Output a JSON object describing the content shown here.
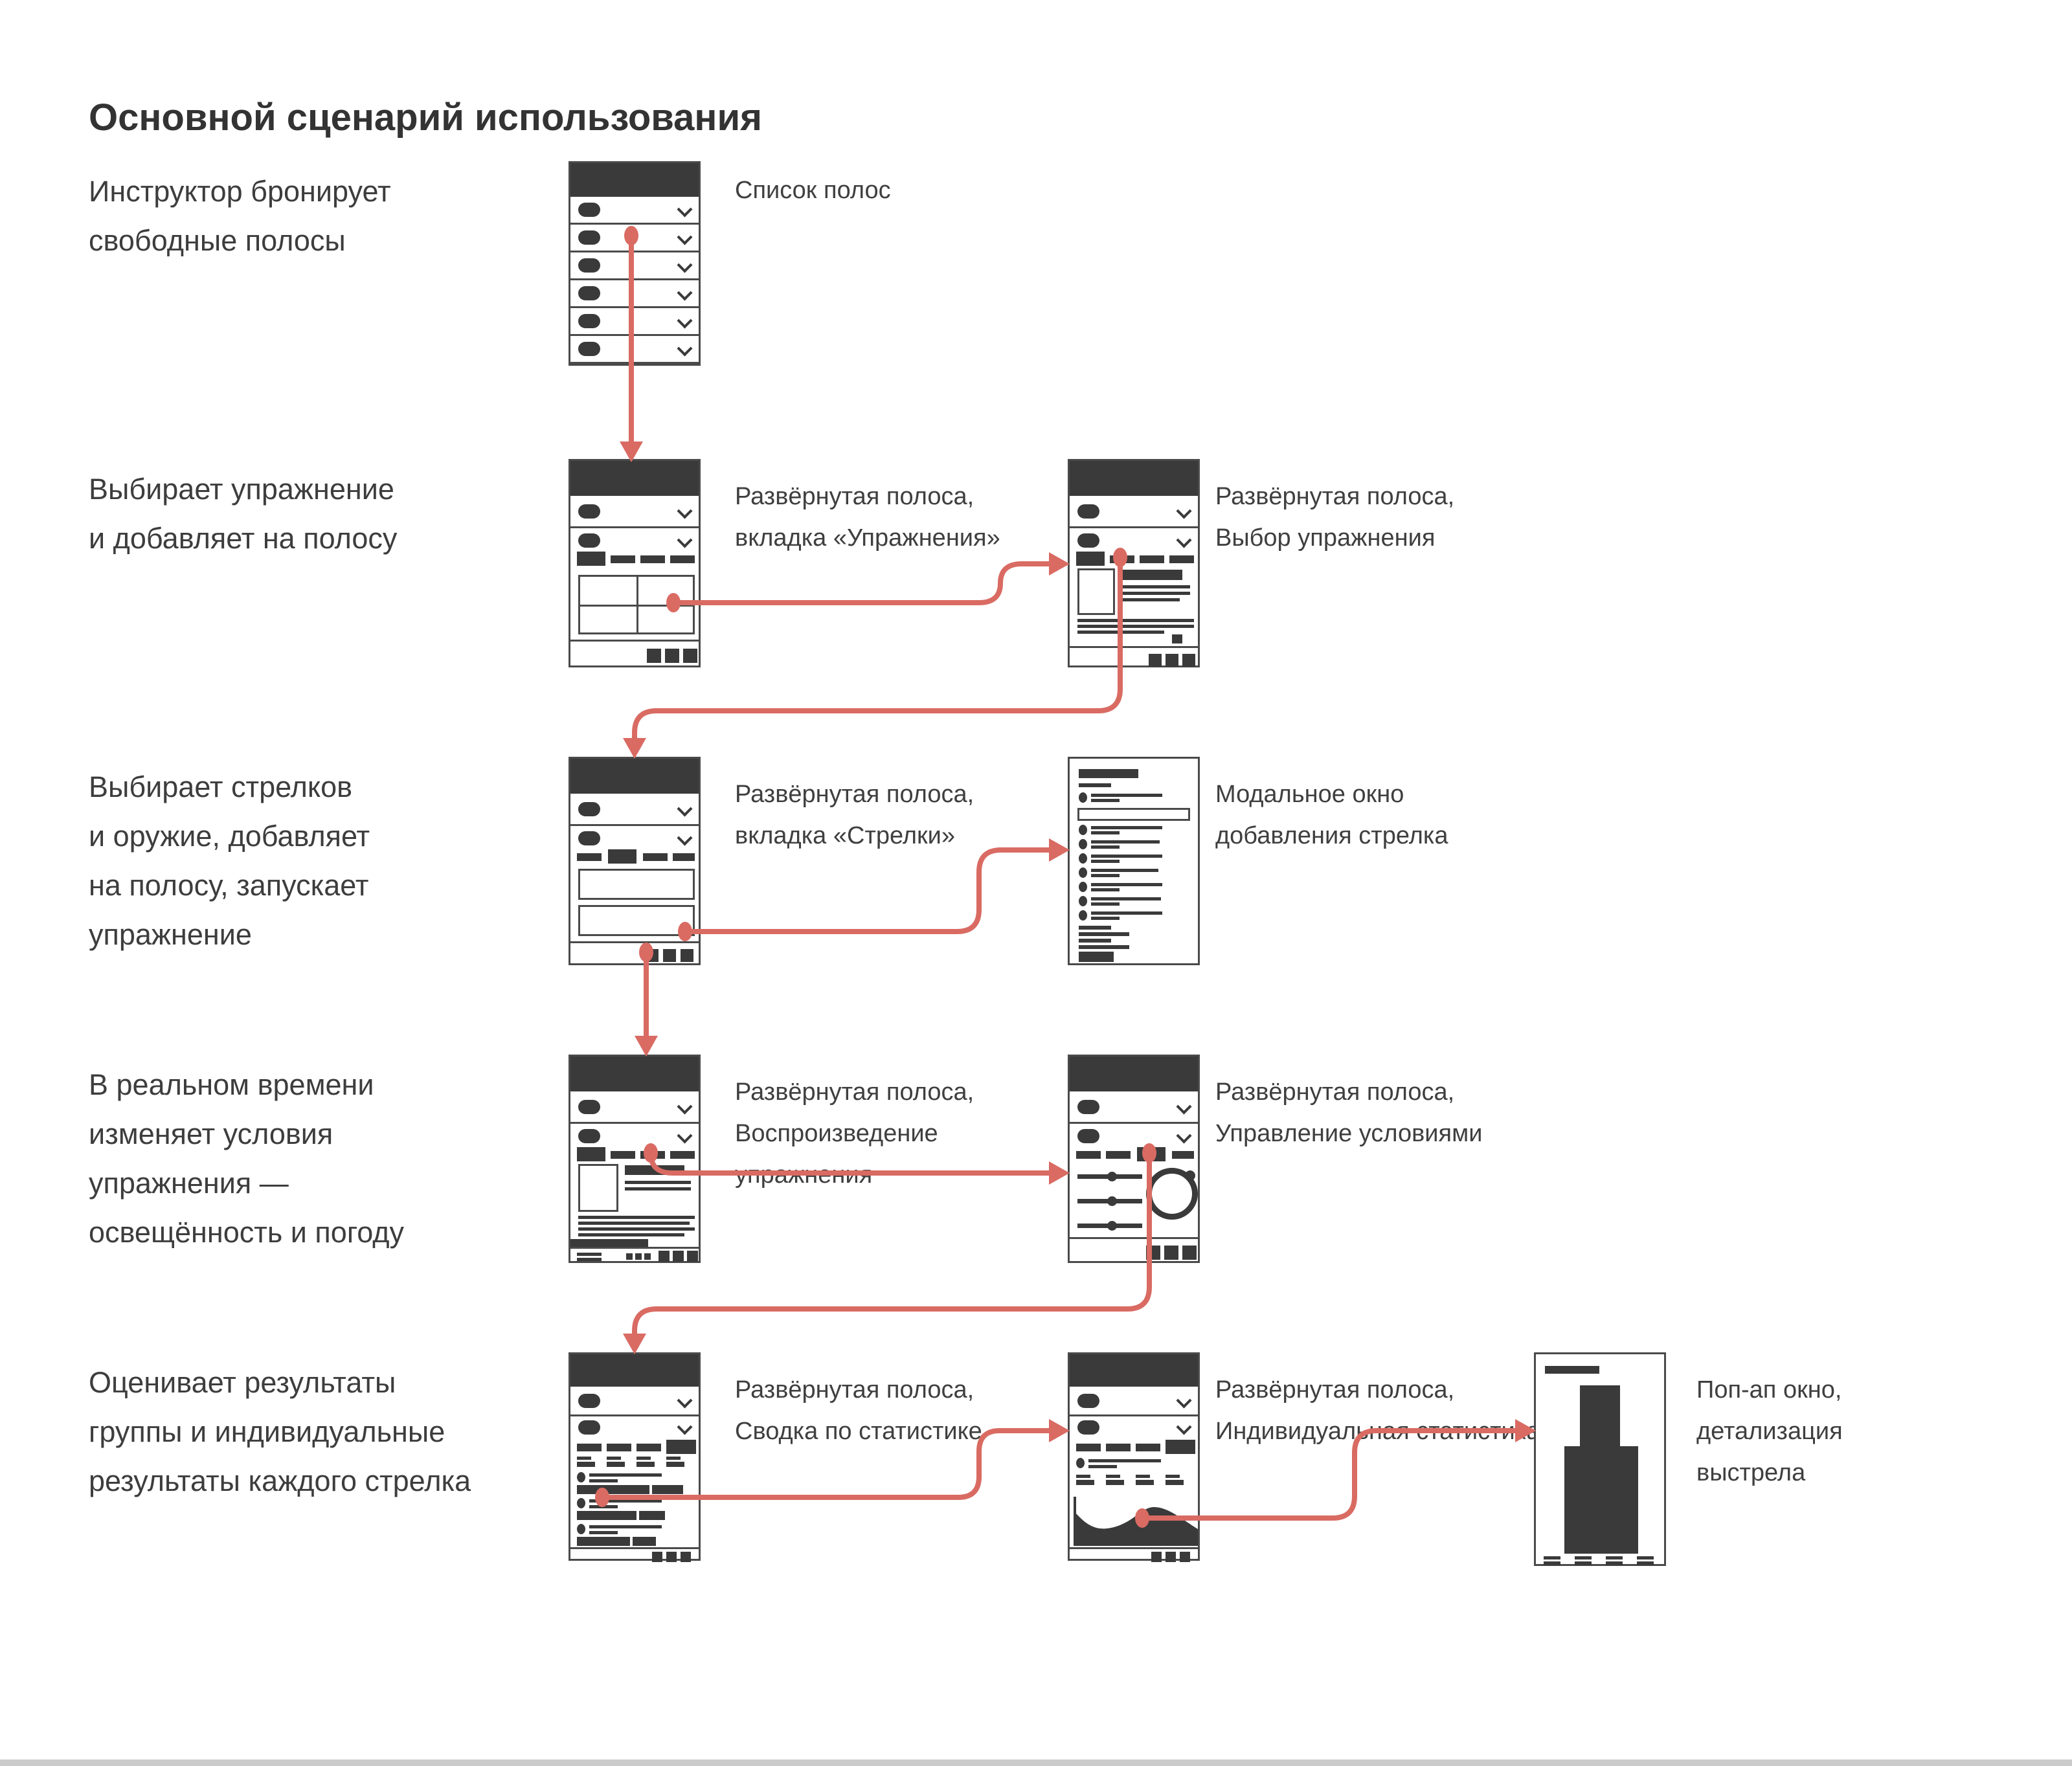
{
  "page": {
    "title": "Основной сценарий использования"
  },
  "steps": [
    {
      "lines": [
        "Инструктор бронирует",
        "свободные полосы",
        "",
        ""
      ]
    },
    {
      "lines": [
        "Выбирает упражнение",
        "и добавляет на полосу",
        "",
        ""
      ]
    },
    {
      "lines": [
        "Выбирает стрелков",
        "и оружие, добавляет",
        "на полосу, запускает",
        "упражнение"
      ]
    },
    {
      "lines": [
        "В реальном времени",
        "изменяет условия",
        "упражнения —",
        "освещённость и погоду"
      ]
    },
    {
      "lines": [
        "Оценивает результаты",
        "группы и индивидуальные",
        "результаты каждого стрелка",
        ""
      ]
    }
  ],
  "screens": [
    {
      "id": "lane-list",
      "label_lines": [
        "Список полос",
        "",
        ""
      ]
    },
    {
      "id": "lane-exercises-tab",
      "label_lines": [
        "Развёрнутая полоса,",
        "вкладка «Упражнения»",
        ""
      ]
    },
    {
      "id": "exercise-select",
      "label_lines": [
        "Развёрнутая полоса,",
        "Выбор упражнения",
        ""
      ]
    },
    {
      "id": "shooters-tab",
      "label_lines": [
        "Развёрнутая полоса,",
        "вкладка «Стрелки»",
        ""
      ]
    },
    {
      "id": "add-shooter-modal",
      "label_lines": [
        "Модальное окно",
        "добавления стрелка",
        ""
      ]
    },
    {
      "id": "exercise-playback",
      "label_lines": [
        "Развёрнутая полоса,",
        "Воспроизведение",
        "упражнения"
      ]
    },
    {
      "id": "conditions-control",
      "label_lines": [
        "Развёрнутая полоса,",
        "Управление условиями",
        ""
      ]
    },
    {
      "id": "stats-summary",
      "label_lines": [
        "Развёрнутая полоса,",
        "Сводка по статистике",
        ""
      ]
    },
    {
      "id": "individual-stats",
      "label_lines": [
        "Развёрнутая полоса,",
        "Индивидуальная статистика",
        ""
      ]
    },
    {
      "id": "shot-details-popup",
      "label_lines": [
        "Поп-ап окно,",
        "детализация",
        "выстрела"
      ]
    }
  ],
  "colors": {
    "accent": "#D96B63",
    "dark": "#3A3A3A",
    "border": "#4A4A4A",
    "text": "#3D3D3D"
  }
}
